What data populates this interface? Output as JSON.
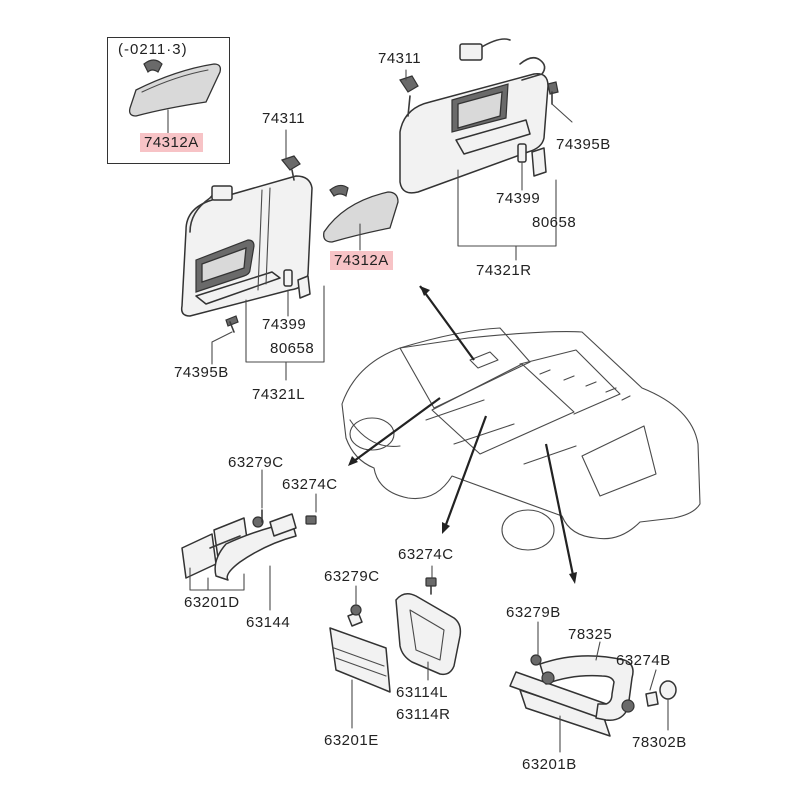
{
  "diagram": {
    "date_note": "(-0211·3)",
    "parts": {
      "mirror_boxed": "74312A",
      "mirror_center": "74312A",
      "bolt_visor_left": "74311",
      "bolt_visor_right": "74311",
      "screw_left": "74395B",
      "screw_right": "74395B",
      "holder_left": "74399",
      "holder_right": "74399",
      "clip_left": "80658",
      "clip_right": "80658",
      "visor_left": "74321L",
      "visor_right": "74321R",
      "screw_grip_front": "63279C",
      "screw_grip_mid": "63279C",
      "clip_grip_front": "63274C",
      "clip_grip_mid": "63274C",
      "bracket_front": "63201D",
      "grip_front": "63144",
      "bracket_mid": "63201E",
      "grip_mid_l": "63114L",
      "grip_mid_r": "63114R",
      "screw_grip_rear": "63279B",
      "grip_rear": "78325",
      "clip_grip_rear": "63274B",
      "cover_rear": "78302B",
      "bracket_rear": "63201B"
    },
    "highlight_color": "#f7c3c6",
    "line_color": "#3a3a3a"
  }
}
